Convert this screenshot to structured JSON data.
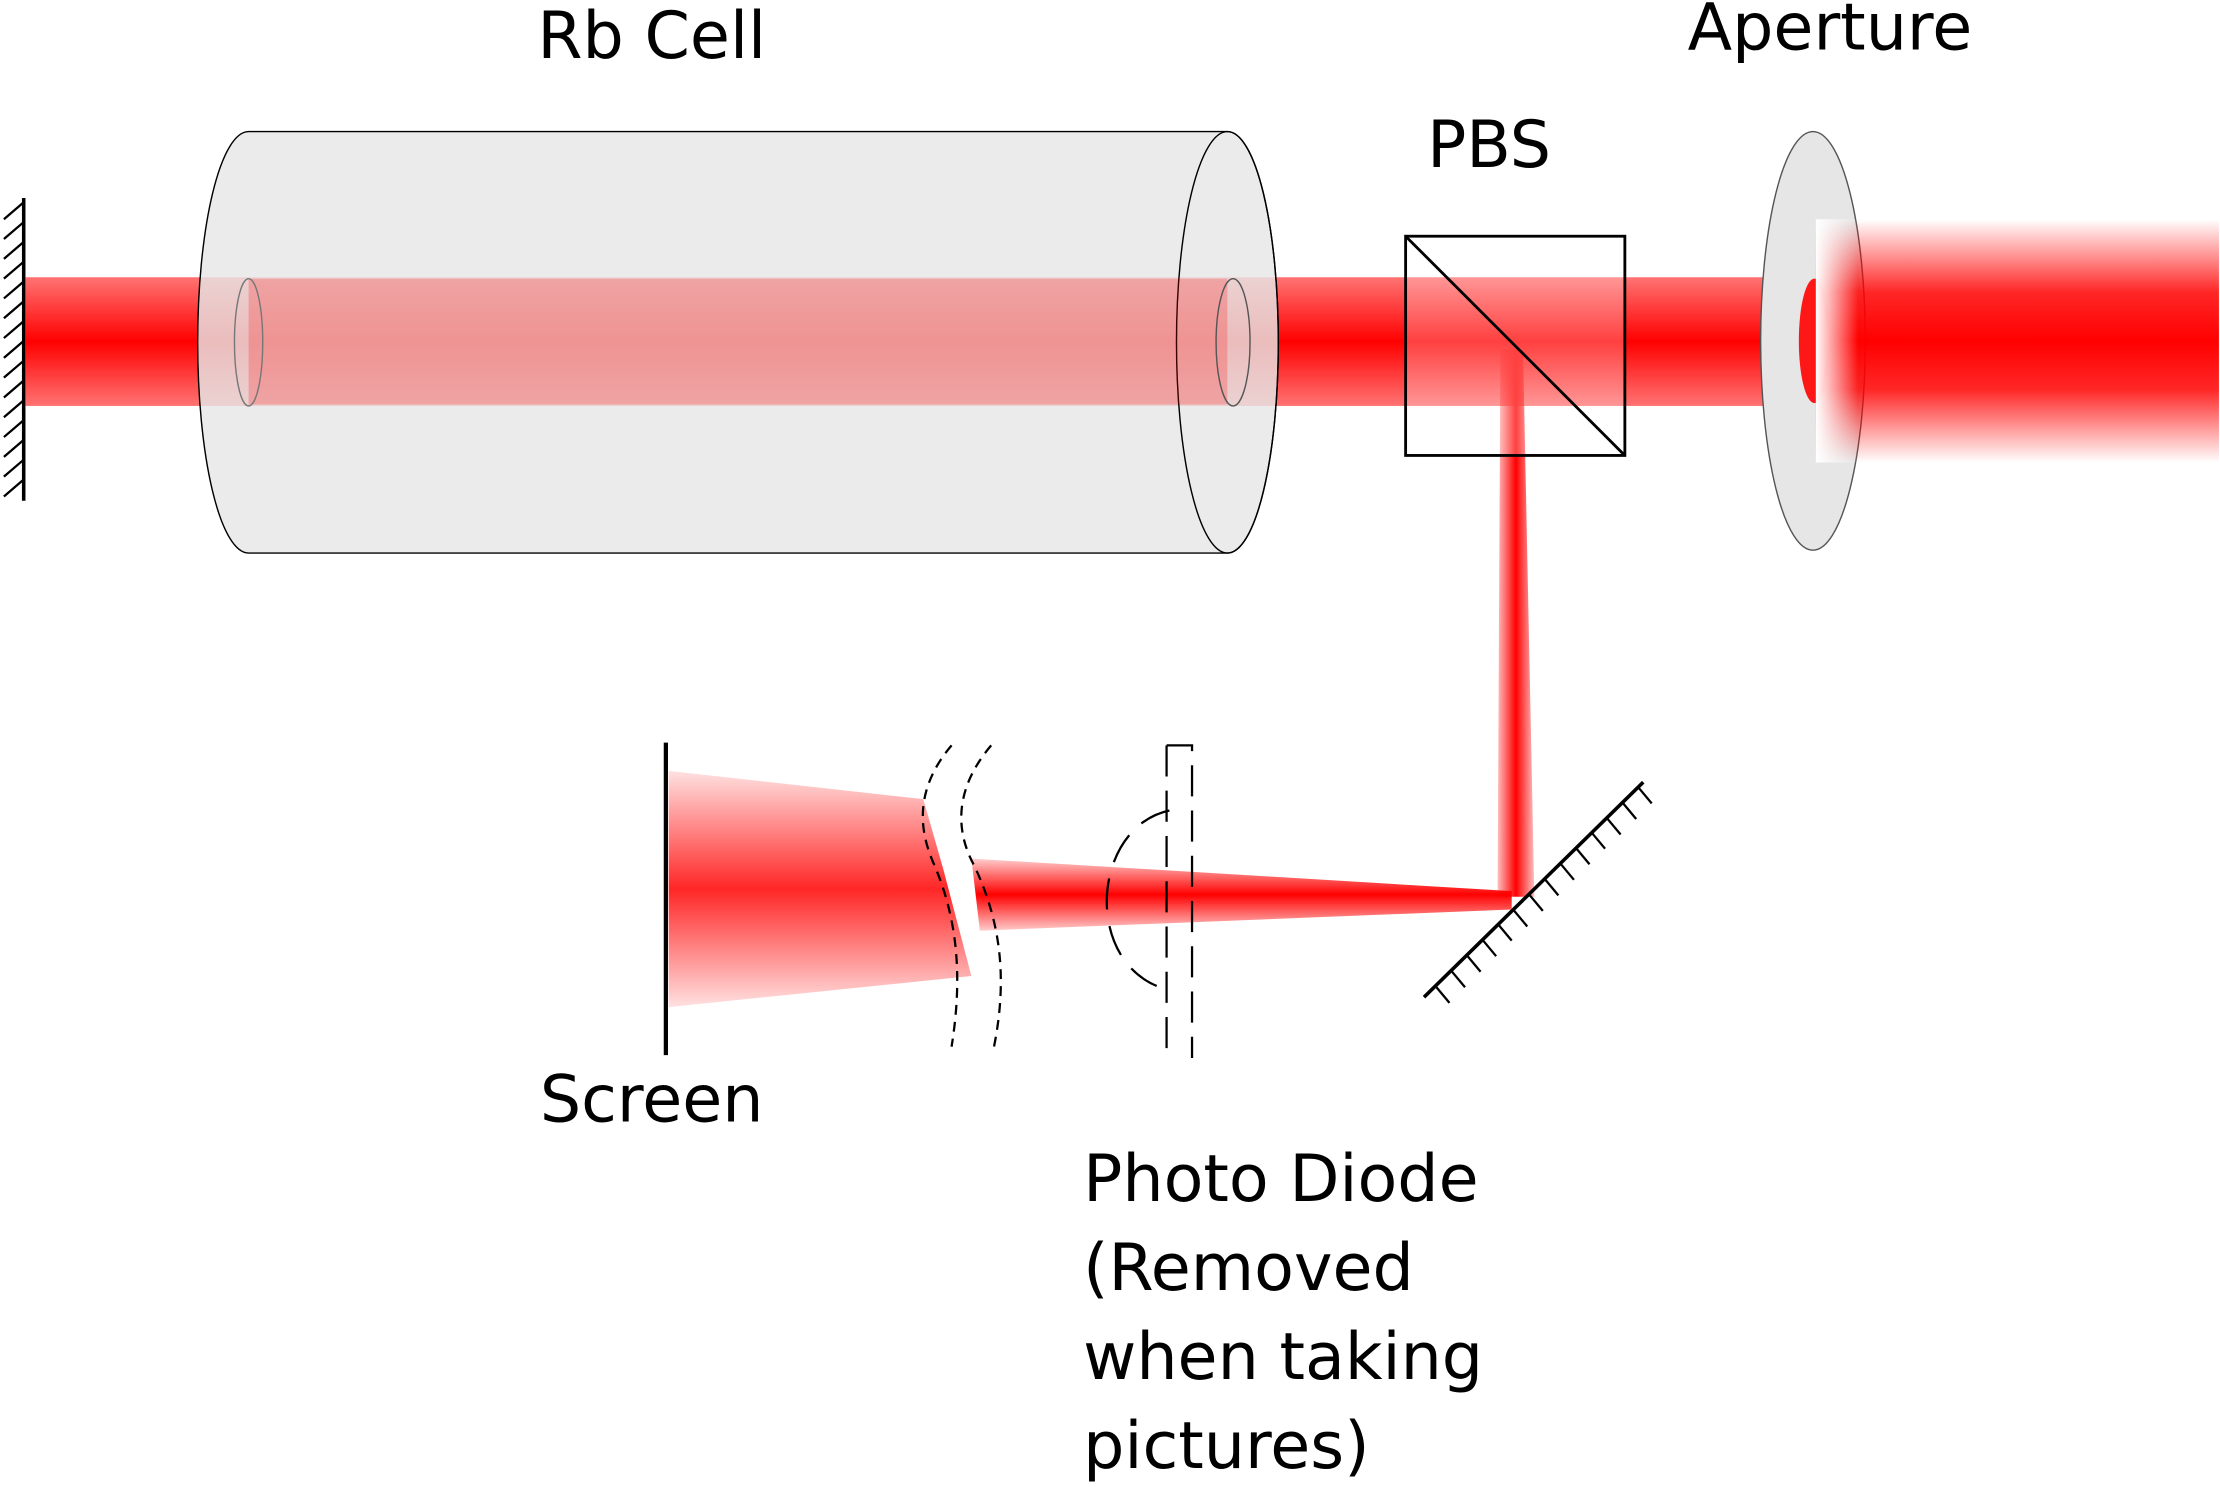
{
  "labels": {
    "rb_cell": "Rb Cell",
    "aperture": "Aperture",
    "pbs": "PBS",
    "screen": "Screen",
    "photo_diode": [
      "Photo Diode",
      "(Removed",
      "when taking",
      "pictures)"
    ]
  },
  "colors": {
    "beam": "#ff0000",
    "cell_fill": "#e6e6e6",
    "outline": "#000000"
  }
}
